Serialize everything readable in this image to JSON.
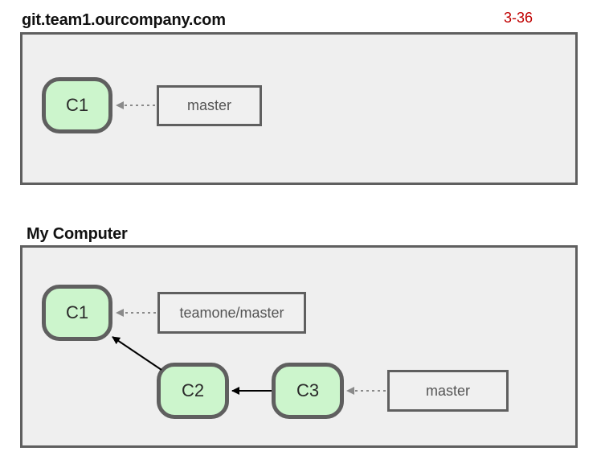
{
  "figure_number": "3-36",
  "remote": {
    "title": "git.team1.ourcompany.com",
    "commits": [
      {
        "id": "C1"
      }
    ],
    "branches": [
      {
        "label": "master"
      }
    ]
  },
  "local": {
    "title": "My Computer",
    "commits": [
      {
        "id": "C1"
      },
      {
        "id": "C2"
      },
      {
        "id": "C3"
      }
    ],
    "branches": [
      {
        "label": "teamone/master"
      },
      {
        "label": "master"
      }
    ]
  },
  "colors": {
    "commit_fill": "#ccf5cc",
    "commit_border": "#5f5f5f",
    "panel_fill": "#efefef",
    "figure_number": "#c00000"
  }
}
